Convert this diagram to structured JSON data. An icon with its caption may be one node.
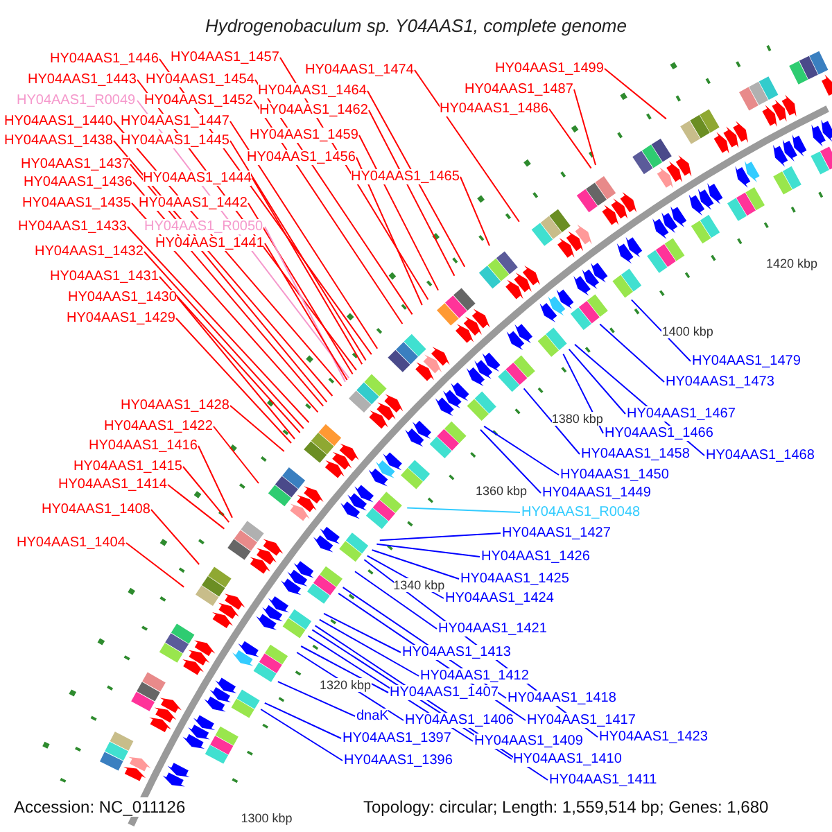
{
  "diagram": {
    "title": "Hydrogenobaculum sp. Y04AAS1, complete genome",
    "nodes": [
      {
        "text": [
          "HY04AAS1_1446"
        ]
      },
      {
        "text": [
          "HY04AAS1_1457"
        ]
      },
      {
        "text": [
          "HY04AAS1_1499"
        ]
      },
      {
        "text": [
          "HY04AAS1_1474"
        ]
      },
      {
        "text": [
          "HY04AAS1_1443"
        ]
      },
      {
        "text": [
          "HY04AAS1_1454"
        ]
      },
      {
        "text": [
          "HY04AAS1_1487"
        ]
      },
      {
        "text": [
          "HY04AAS1_1464"
        ]
      },
      {
        "text": [
          "HY04AAS1_R0049"
        ]
      },
      {
        "text": [
          "HY04AAS1_1452"
        ]
      },
      {
        "text": [
          "HY04AAS1_1486"
        ]
      },
      {
        "text": [
          "HY04AAS1_1462"
        ]
      },
      {
        "text": [
          "HY04AAS1_1440"
        ]
      },
      {
        "text": [
          "HY04AAS1_1447"
        ]
      },
      {
        "text": [
          "HY04AAS1_1459"
        ]
      },
      {
        "text": [
          "HY04AAS1_1438"
        ]
      },
      {
        "text": [
          "HY04AAS1_1445"
        ]
      },
      {
        "text": [
          "HY04AAS1_1456"
        ]
      },
      {
        "text": [
          "HY04AAS1_1437"
        ]
      },
      {
        "text": [
          "HY04AAS1_1465"
        ]
      },
      {
        "text": [
          "HY04AAS1_1444"
        ]
      },
      {
        "text": [
          "HY04AAS1_1436"
        ]
      },
      {
        "text": [
          "HY04AAS1_1435"
        ]
      },
      {
        "text": [
          "HY04AAS1_1442"
        ]
      },
      {
        "text": [
          "HY04AAS1_1433"
        ]
      },
      {
        "text": [
          "HY04AAS1_R0050"
        ]
      },
      {
        "text": [
          "HY04AAS1_1441"
        ]
      },
      {
        "text": [
          "HY04AAS1_1432"
        ]
      },
      {
        "text": [
          "HY04AAS1_1431"
        ]
      },
      {
        "text": [
          "HY04AAS1_1430"
        ]
      },
      {
        "text": [
          "HY04AAS1_1429"
        ]
      },
      {
        "text": [
          "HY04AAS1_1428"
        ]
      },
      {
        "text": [
          "HY04AAS1_1422"
        ]
      },
      {
        "text": [
          "HY04AAS1_1416"
        ]
      },
      {
        "text": [
          "HY04AAS1_1415"
        ]
      },
      {
        "text": [
          "HY04AAS1_1414"
        ]
      },
      {
        "text": [
          "HY04AAS1_1408"
        ]
      },
      {
        "text": [
          "HY04AAS1_1404"
        ]
      },
      {
        "text": [
          "HY04AAS1_1479"
        ]
      },
      {
        "text": [
          "HY04AAS1_1473"
        ]
      },
      {
        "text": [
          "HY04AAS1_1467"
        ]
      },
      {
        "text": [
          "HY04AAS1_1466"
        ]
      },
      {
        "text": [
          "HY04AAS1_1458"
        ]
      },
      {
        "text": [
          "HY04AAS1_1468"
        ]
      },
      {
        "text": [
          "HY04AAS1_1450"
        ]
      },
      {
        "text": [
          "HY04AAS1_1449"
        ]
      },
      {
        "text": [
          "HY04AAS1_R0048"
        ]
      },
      {
        "text": [
          "HY04AAS1_1427"
        ]
      },
      {
        "text": [
          "HY04AAS1_1426"
        ]
      },
      {
        "text": [
          "HY04AAS1_1425"
        ]
      },
      {
        "text": [
          "HY04AAS1_1424"
        ]
      },
      {
        "text": [
          "HY04AAS1_1421"
        ]
      },
      {
        "text": [
          "HY04AAS1_1413"
        ]
      },
      {
        "text": [
          "HY04AAS1_1412"
        ]
      },
      {
        "text": [
          "HY04AAS1_1407"
        ]
      },
      {
        "text": [
          "HY04AAS1_1418"
        ]
      },
      {
        "text": [
          "dnaK"
        ]
      },
      {
        "text": [
          "HY04AAS1_1406"
        ]
      },
      {
        "text": [
          "HY04AAS1_1417"
        ]
      },
      {
        "text": [
          "HY04AAS1_1423"
        ]
      },
      {
        "text": [
          "HY04AAS1_1397"
        ]
      },
      {
        "text": [
          "HY04AAS1_1409"
        ]
      },
      {
        "text": [
          "HY04AAS1_1396"
        ]
      },
      {
        "text": [
          "HY04AAS1_1410"
        ]
      },
      {
        "text": [
          "HY04AAS1_1411"
        ]
      }
    ],
    "edges": [
      {
        "from": 0,
        "to": null,
        "arrow": "none"
      },
      {
        "from": 1,
        "to": null,
        "arrow": "none"
      },
      {
        "from": 2,
        "to": null,
        "arrow": "none"
      },
      {
        "from": 3,
        "to": null,
        "arrow": "none"
      },
      {
        "from": 4,
        "to": null,
        "arrow": "none"
      },
      {
        "from": 5,
        "to": null,
        "arrow": "none"
      },
      {
        "from": 6,
        "to": null,
        "arrow": "none"
      },
      {
        "from": 7,
        "to": null,
        "arrow": "none"
      },
      {
        "from": 8,
        "to": null,
        "arrow": "none",
        "color": "#f599cc"
      },
      {
        "from": 9,
        "to": null,
        "arrow": "none"
      },
      {
        "from": 10,
        "to": null,
        "arrow": "none"
      },
      {
        "from": 11,
        "to": null,
        "arrow": "none"
      },
      {
        "from": 12,
        "to": null,
        "arrow": "none"
      },
      {
        "from": 13,
        "to": null,
        "arrow": "none"
      },
      {
        "from": 14,
        "to": null,
        "arrow": "none"
      },
      {
        "from": 15,
        "to": null,
        "arrow": "none"
      },
      {
        "from": 16,
        "to": null,
        "arrow": "none"
      },
      {
        "from": 17,
        "to": null,
        "arrow": "none"
      },
      {
        "from": 18,
        "to": null,
        "arrow": "none"
      },
      {
        "from": 19,
        "to": null,
        "arrow": "none"
      },
      {
        "from": 20,
        "to": null,
        "arrow": "none"
      },
      {
        "from": 21,
        "to": null,
        "arrow": "none"
      },
      {
        "from": 22,
        "to": null,
        "arrow": "none"
      },
      {
        "from": 23,
        "to": null,
        "arrow": "none"
      },
      {
        "from": 24,
        "to": null,
        "arrow": "none"
      },
      {
        "from": 25,
        "to": null,
        "arrow": "none",
        "color": "#f599cc"
      },
      {
        "from": 26,
        "to": null,
        "arrow": "none"
      },
      {
        "from": 27,
        "to": null,
        "arrow": "none"
      },
      {
        "from": 28,
        "to": null,
        "arrow": "none"
      },
      {
        "from": 29,
        "to": null,
        "arrow": "none"
      },
      {
        "from": 30,
        "to": null,
        "arrow": "none"
      },
      {
        "from": 31,
        "to": null,
        "arrow": "none"
      },
      {
        "from": 32,
        "to": null,
        "arrow": "none"
      },
      {
        "from": 33,
        "to": null,
        "arrow": "none"
      },
      {
        "from": 34,
        "to": null,
        "arrow": "none"
      },
      {
        "from": 35,
        "to": null,
        "arrow": "none"
      },
      {
        "from": 36,
        "to": null,
        "arrow": "none"
      },
      {
        "from": 37,
        "to": null,
        "arrow": "none"
      },
      {
        "from": 38,
        "to": null,
        "arrow": "none",
        "color": "#0000ff"
      },
      {
        "from": 39,
        "to": null,
        "arrow": "none",
        "color": "#0000ff"
      },
      {
        "from": 40,
        "to": null,
        "arrow": "none",
        "color": "#0000ff"
      },
      {
        "from": 41,
        "to": null,
        "arrow": "none",
        "color": "#0000ff"
      },
      {
        "from": 42,
        "to": null,
        "arrow": "none",
        "color": "#0000ff"
      },
      {
        "from": 43,
        "to": null,
        "arrow": "none",
        "color": "#0000ff"
      },
      {
        "from": 44,
        "to": null,
        "arrow": "none",
        "color": "#0000ff"
      },
      {
        "from": 45,
        "to": null,
        "arrow": "none",
        "color": "#0000ff"
      },
      {
        "from": 46,
        "to": null,
        "arrow": "none",
        "color": "#33ccff"
      },
      {
        "from": 47,
        "to": null,
        "arrow": "none",
        "color": "#0000ff"
      },
      {
        "from": 48,
        "to": null,
        "arrow": "none",
        "color": "#0000ff"
      },
      {
        "from": 49,
        "to": null,
        "arrow": "none",
        "color": "#0000ff"
      },
      {
        "from": 50,
        "to": null,
        "arrow": "none",
        "color": "#0000ff"
      },
      {
        "from": 51,
        "to": null,
        "arrow": "none",
        "color": "#0000ff"
      },
      {
        "from": 52,
        "to": null,
        "arrow": "none",
        "color": "#0000ff"
      },
      {
        "from": 53,
        "to": null,
        "arrow": "none",
        "color": "#0000ff"
      },
      {
        "from": 54,
        "to": null,
        "arrow": "none",
        "color": "#0000ff"
      },
      {
        "from": 55,
        "to": null,
        "arrow": "none",
        "color": "#0000ff"
      },
      {
        "from": 56,
        "to": null,
        "arrow": "none",
        "color": "#0000ff"
      },
      {
        "from": 57,
        "to": null,
        "arrow": "none",
        "color": "#0000ff"
      },
      {
        "from": 58,
        "to": null,
        "arrow": "none",
        "color": "#0000ff"
      },
      {
        "from": 59,
        "to": null,
        "arrow": "none",
        "color": "#0000ff"
      },
      {
        "from": 60,
        "to": null,
        "arrow": "none",
        "color": "#0000ff"
      },
      {
        "from": 61,
        "to": null,
        "arrow": "none",
        "color": "#0000ff"
      },
      {
        "from": 62,
        "to": null,
        "arrow": "none",
        "color": "#0000ff"
      },
      {
        "from": 63,
        "to": null,
        "arrow": "none",
        "color": "#0000ff"
      },
      {
        "from": 64,
        "to": null,
        "arrow": "none",
        "color": "#0000ff"
      }
    ],
    "labels": [
      "1420 kbp",
      "1400 kbp",
      "1380 kbp",
      "1360 kbp",
      "1340 kbp",
      "1320 kbp",
      "1300 kbp",
      "Accession: NC_011126",
      "Topology: circular; Length: 1,559,514 bp; Genes: 1,680"
    ]
  }
}
